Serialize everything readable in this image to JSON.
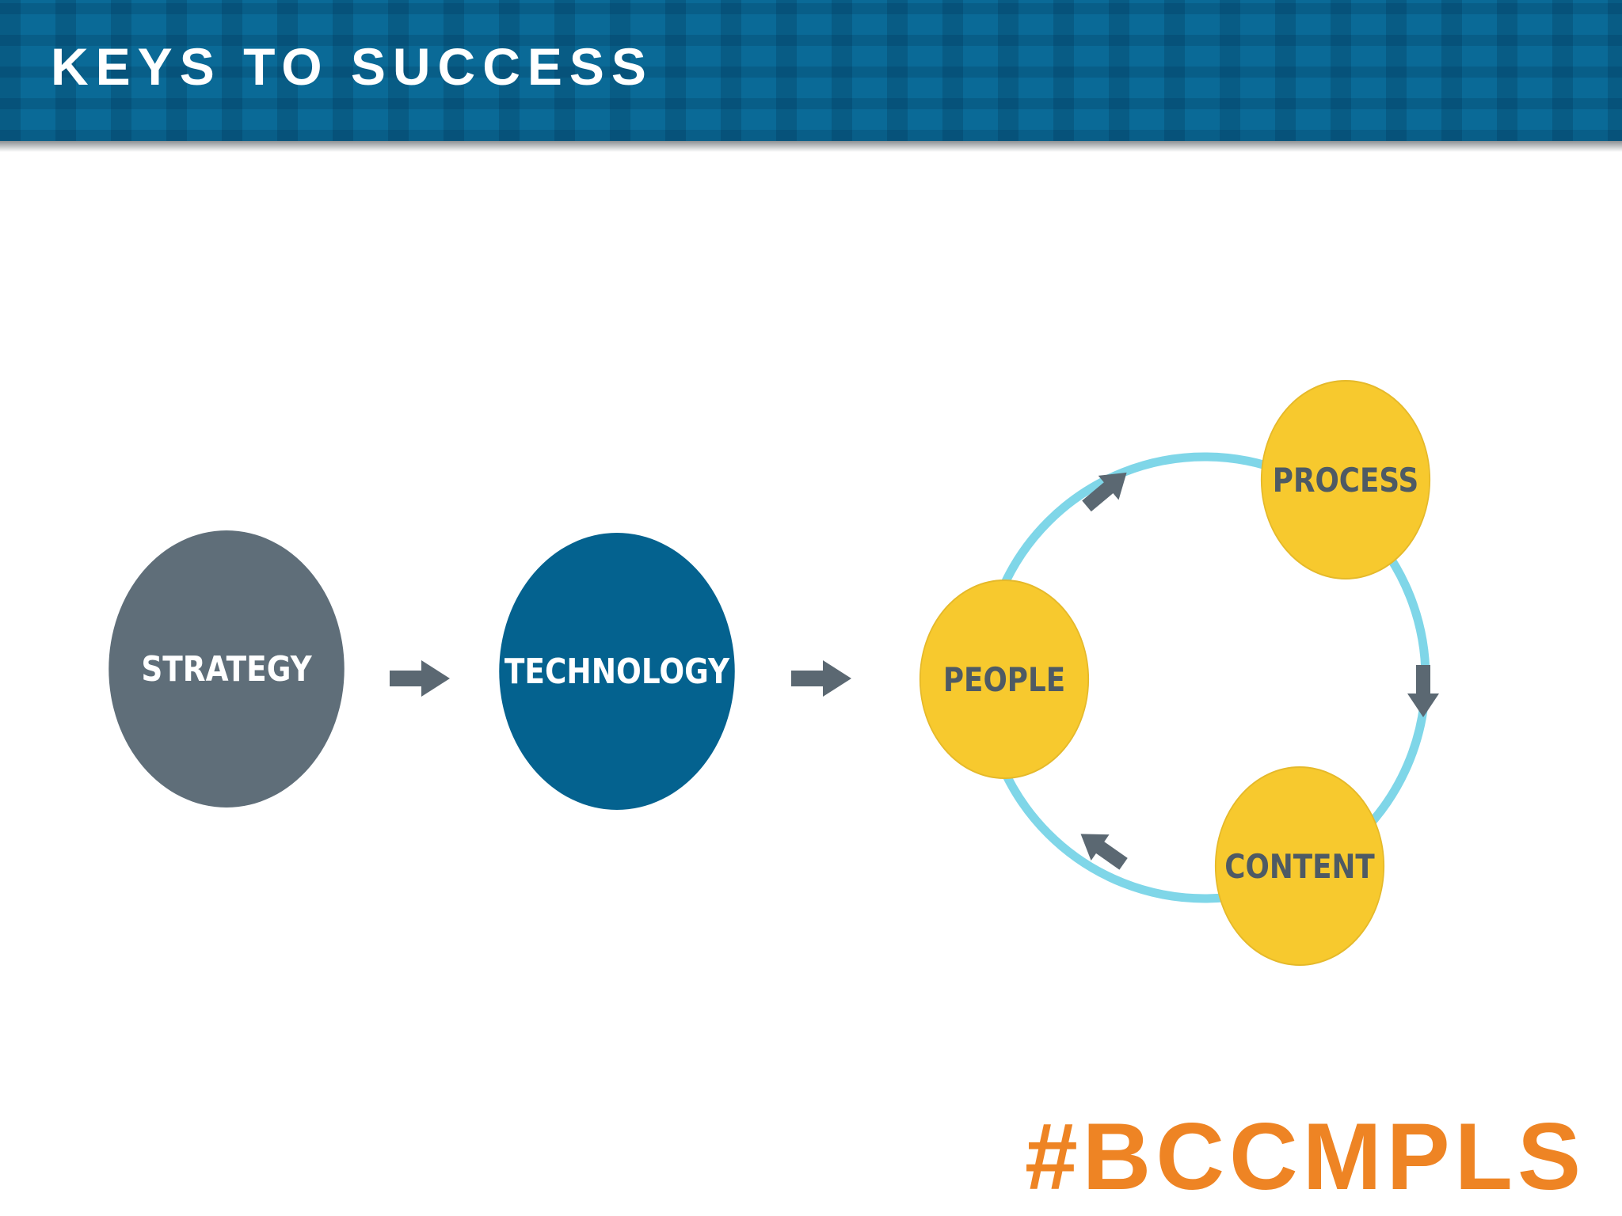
{
  "header": {
    "title": "KEYS TO SUCCESS"
  },
  "diagram": {
    "nodes": [
      {
        "id": "strategy",
        "label": "STRATEGY"
      },
      {
        "id": "technology",
        "label": "TECHNOLOGY"
      },
      {
        "id": "people",
        "label": "PEOPLE"
      },
      {
        "id": "process",
        "label": "PROCESS"
      },
      {
        "id": "content",
        "label": "CONTENT"
      }
    ],
    "edges": [
      {
        "from": "strategy",
        "to": "technology"
      },
      {
        "from": "technology",
        "to": "people"
      },
      {
        "from": "people",
        "to": "process"
      },
      {
        "from": "process",
        "to": "content"
      },
      {
        "from": "content",
        "to": "people"
      }
    ],
    "colors": {
      "strategy": "#5f6e79",
      "technology": "#04628f",
      "cycle_nodes": "#f7c92e",
      "cycle_ring": "#7fd6e8",
      "arrows": "#5b6872"
    }
  },
  "footer": {
    "hashtag": "#BCCMPLS"
  }
}
